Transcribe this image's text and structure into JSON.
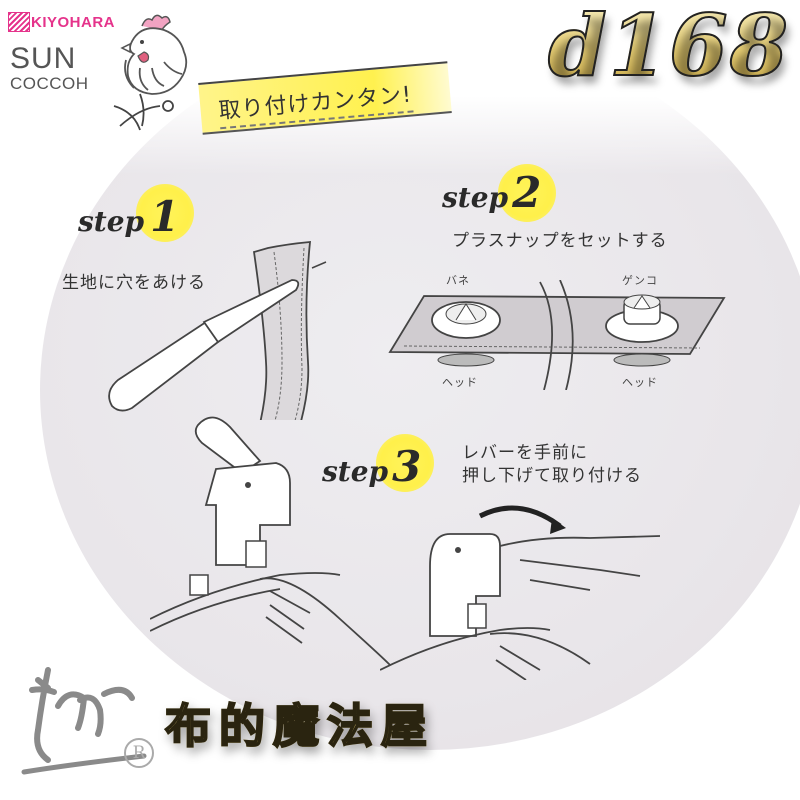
{
  "branding": {
    "maker": "KIYOHARA",
    "brand_line1": "SUN",
    "brand_line2": "COCCOH",
    "mascot": "chicken-mascot"
  },
  "product_code": "d168",
  "tag_banner": "取り付けカンタン!",
  "steps": [
    {
      "word": "step",
      "number": "1",
      "instruction": "生地に穴をあける"
    },
    {
      "word": "step",
      "number": "2",
      "instruction": "プラスナップをセットする",
      "labels": {
        "spring": "バネ",
        "stud": "ゲンコ",
        "head_left": "ヘッド",
        "head_right": "ヘッド"
      }
    },
    {
      "word": "step",
      "number": "3",
      "instruction_line1": "レバーを手前に",
      "instruction_line2": "押し下げて取り付ける"
    }
  ],
  "footer": {
    "registered_mark": "R",
    "shop_name": "布的魔法屋"
  },
  "colors": {
    "brand_pink": "#e5338b",
    "highlight_yellow": "#fff04a",
    "gold": "#e3c769",
    "background_circle": "#e9e6ea"
  }
}
